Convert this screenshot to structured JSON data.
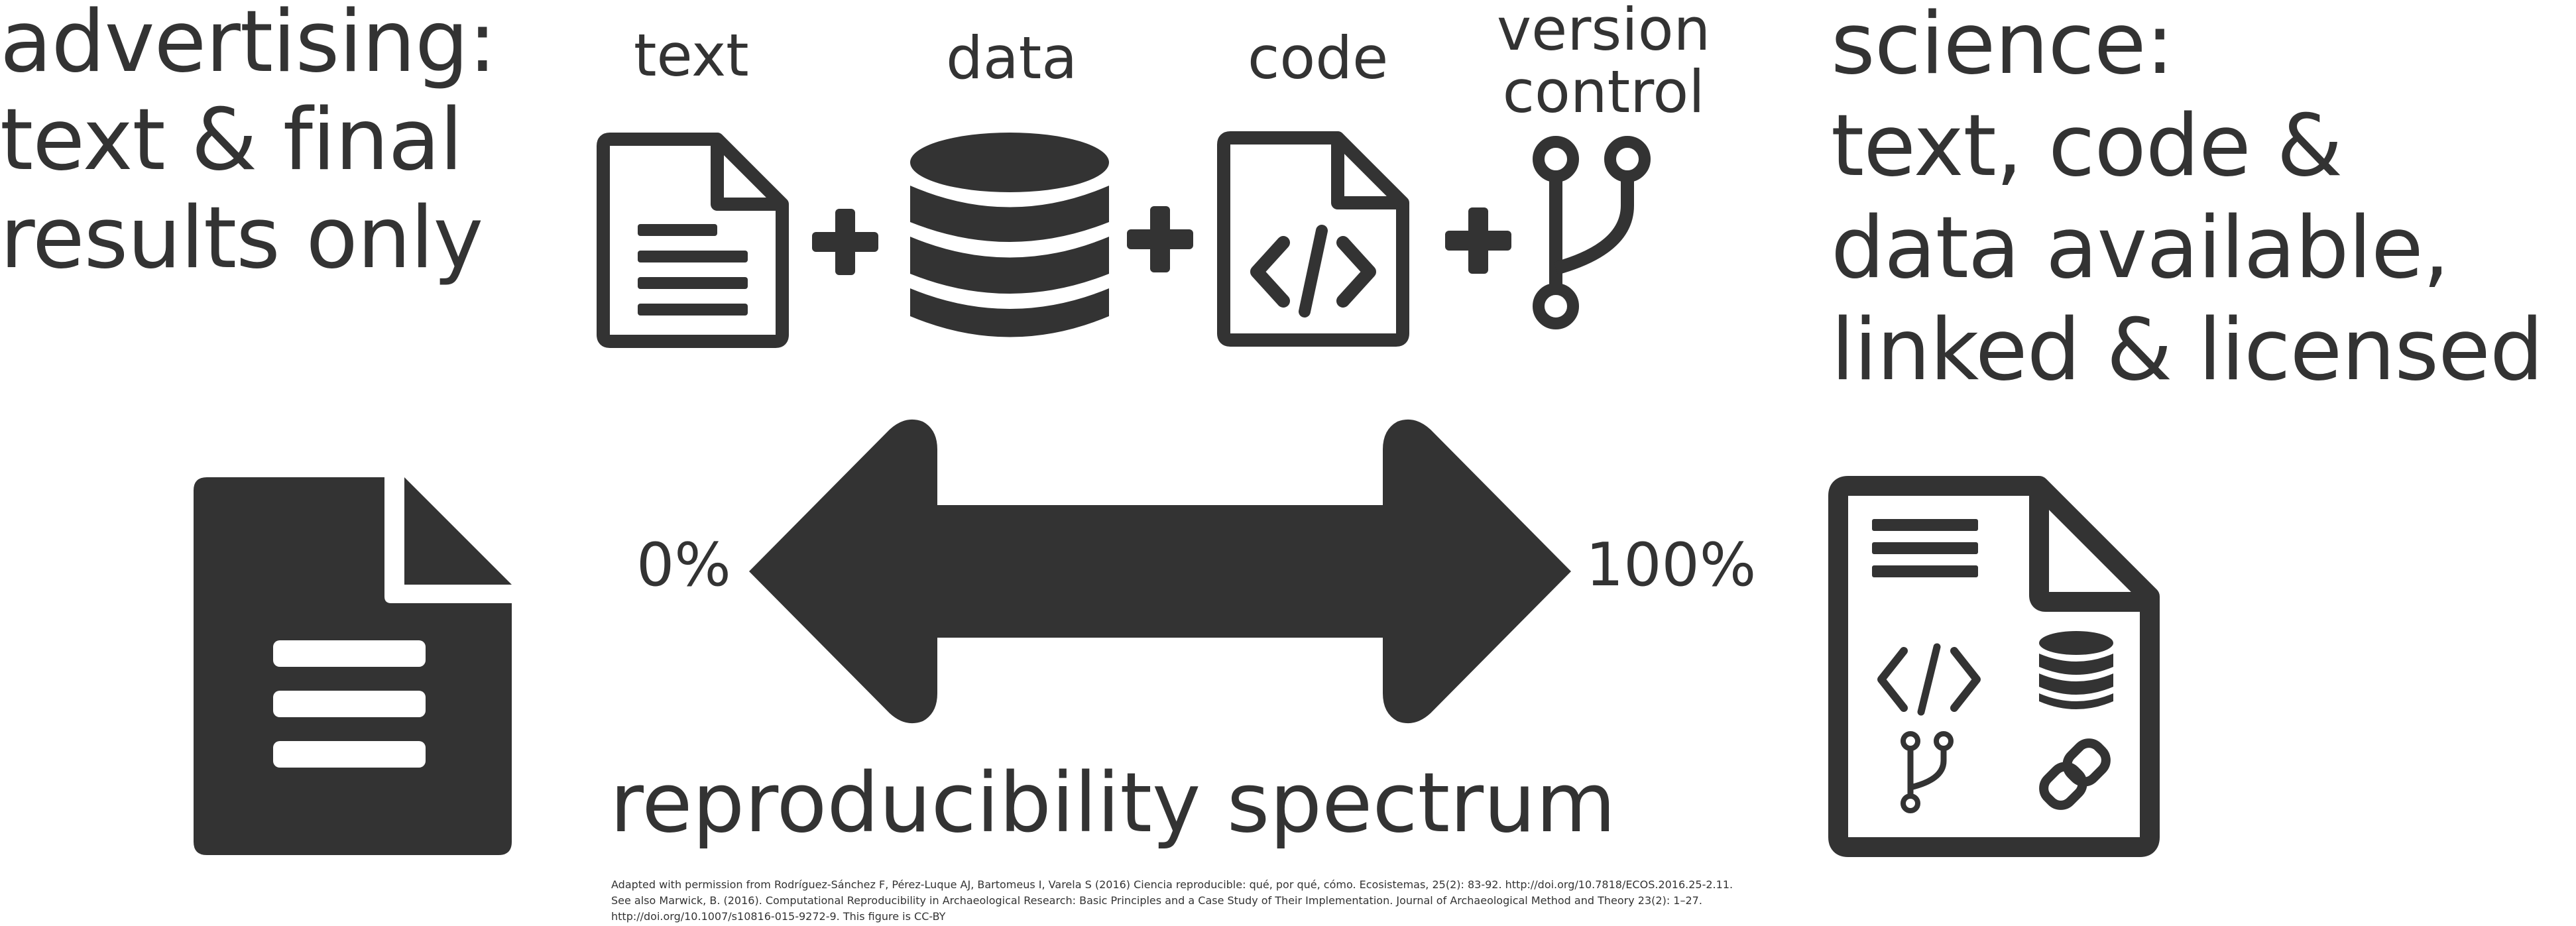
{
  "left_heading": {
    "lines": [
      "advertising:",
      "text & final",
      "results only"
    ]
  },
  "right_heading": {
    "lines": [
      "science:",
      "text, code &",
      "data available,",
      "linked & licensed"
    ]
  },
  "components": {
    "text_label": "text",
    "data_label": "data",
    "code_label": "code",
    "version_label_line1": "version",
    "version_label_line2": "control"
  },
  "spectrum": {
    "low_label": "0%",
    "high_label": "100%",
    "title": "reproducibility spectrum"
  },
  "citation": {
    "line1": "Adapted with permission from Rodríguez-Sánchez F, Pérez-Luque AJ, Bartomeus I, Varela S (2016) Ciencia reproducible: qué, por qué, cómo. Ecosistemas, 25(2): 83-92.  http://doi.org/10.7818/ECOS.2016.25-2.11.",
    "line2": "See also Marwick, B. (2016). Computational Reproducibility in Archaeological Research: Basic Principles and a Case Study of Their Implementation. Journal of Archaeological Method and Theory 23(2): 1–27.",
    "line3": "http://doi.org/10.1007/s10816-015-9272-9. This figure is CC-BY"
  },
  "icons": [
    "document-icon",
    "database-icon",
    "code-file-icon",
    "git-branch-icon",
    "plus-icon",
    "double-arrow-icon",
    "code-brackets-icon",
    "link-icon"
  ],
  "colors": {
    "ink": "#333333",
    "background": "#ffffff"
  }
}
